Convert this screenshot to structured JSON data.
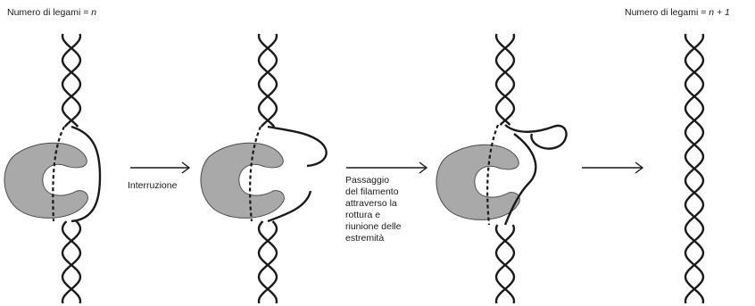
{
  "labels": {
    "start_prefix": "Numero di legami = ",
    "start_value": "n",
    "end_prefix": "Numero di legami = ",
    "end_value": "n + 1",
    "step1": "Interruzione",
    "step2": "Passaggio\ndel filamento\nattraverso la\nrottura e\nriunione delle\nestremità"
  },
  "colors": {
    "strand": "#1a1a1a",
    "enzyme_fill": "#a9a9a9",
    "enzyme_stroke": "#4a4a4a",
    "background": "#ffffff"
  },
  "panels": [
    {
      "name": "panel-initial-helix",
      "enzyme": true
    },
    {
      "name": "panel-cut-strand",
      "enzyme": true
    },
    {
      "name": "panel-strand-passage",
      "enzyme": true
    },
    {
      "name": "panel-final-helix",
      "enzyme": false
    }
  ]
}
